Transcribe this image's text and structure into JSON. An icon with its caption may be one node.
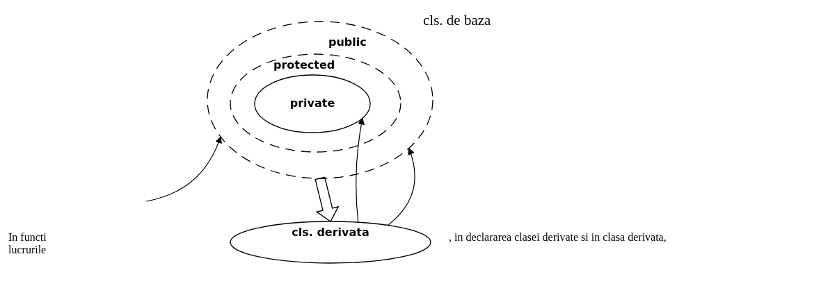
{
  "diagram": {
    "nodes": [
      {
        "text": [
          "public"
        ],
        "beside": [
          "cls. de baza"
        ]
      },
      {
        "text": [
          "protected"
        ],
        "in": 0
      },
      {
        "text": [
          "private"
        ],
        "in": 1
      },
      {
        "text": [
          "cls. derivata"
        ]
      }
    ],
    "edges": [
      {
        "from": 0,
        "to": 3,
        "arrow": "to",
        "style": "thick"
      },
      {
        "from": 3,
        "to": 2,
        "arrow": "to"
      },
      {
        "from": 3,
        "to": 0,
        "arrow": "to"
      },
      {
        "from": null,
        "to": 0,
        "arrow": "to"
      }
    ],
    "labels": [
      "In functi",
      ", in declararea clasei derivate si in clasa derivata,",
      "lucrurile"
    ]
  }
}
